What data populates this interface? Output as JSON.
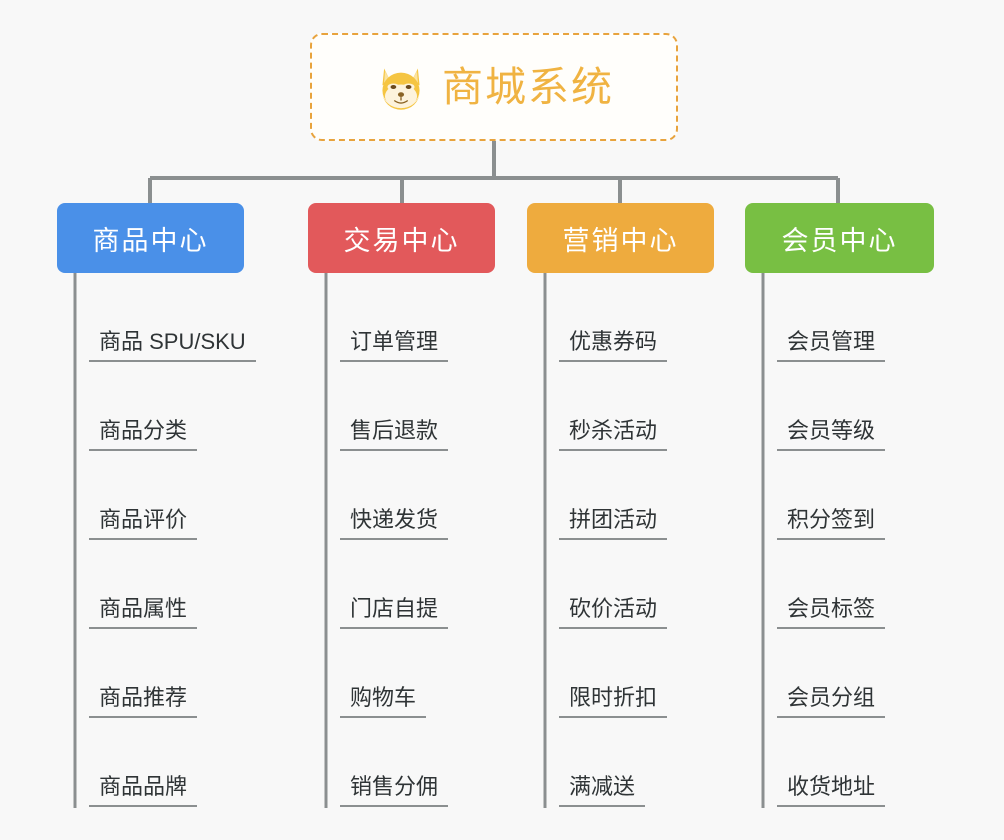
{
  "canvas": {
    "background": "#f8f8f8",
    "connector_color": "#8b8f90"
  },
  "root": {
    "title": "商城系统",
    "icon": "shiba-dog-face-icon",
    "text_color": "#f0b342",
    "border_color": "#e8a33d",
    "fill_color": "#fffefb"
  },
  "branches": [
    {
      "label": "商品中心",
      "color": "#4a90e8",
      "items": [
        "商品 SPU/SKU",
        "商品分类",
        "商品评价",
        "商品属性",
        "商品推荐",
        "商品品牌"
      ]
    },
    {
      "label": "交易中心",
      "color": "#e2595b",
      "items": [
        "订单管理",
        "售后退款",
        "快递发货",
        "门店自提",
        "购物车",
        "销售分佣"
      ]
    },
    {
      "label": "营销中心",
      "color": "#eeab3e",
      "items": [
        "优惠券码",
        "秒杀活动",
        "拼团活动",
        "砍价活动",
        "限时折扣",
        "满减送"
      ]
    },
    {
      "label": "会员中心",
      "color": "#78bf43",
      "items": [
        "会员管理",
        "会员等级",
        "积分签到",
        "会员标签",
        "会员分组",
        "收货地址"
      ]
    }
  ]
}
